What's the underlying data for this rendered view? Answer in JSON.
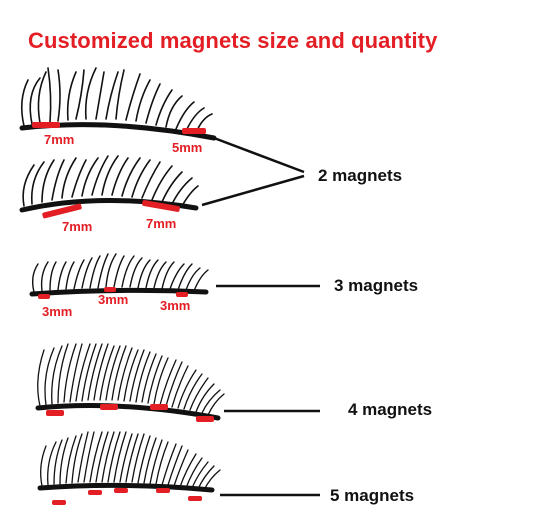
{
  "title": "Customized magnets size and quantity",
  "colors": {
    "title": "#e31e24",
    "magnet": "#e31e24",
    "lash": "#111111",
    "text": "#111111"
  },
  "strips": [
    {
      "magnets": 2,
      "labels": [
        "7mm",
        "5mm"
      ]
    },
    {
      "magnets": 2,
      "labels": [
        "7mm",
        "7mm"
      ]
    },
    {
      "magnets": 3,
      "labels": [
        "3mm",
        "3mm",
        "3mm"
      ]
    },
    {
      "magnets": 4,
      "labels": []
    },
    {
      "magnets": 5,
      "labels": []
    }
  ],
  "captions": {
    "two": "2 magnets",
    "three": "3 magnets",
    "four": "4 magnets",
    "five": "5 magnets"
  }
}
